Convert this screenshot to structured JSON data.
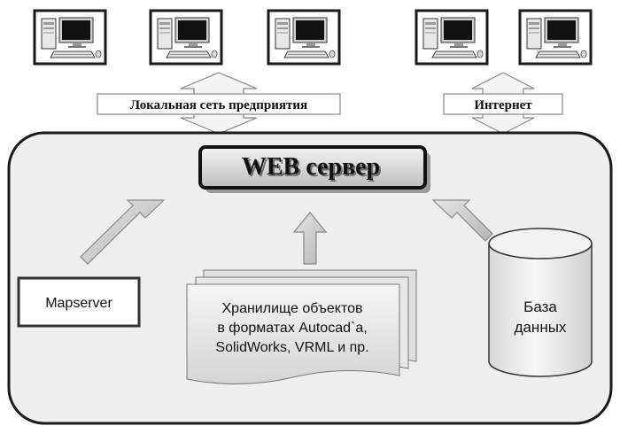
{
  "networks": {
    "local": "Локальная сеть предприятия",
    "internet": "Интернет"
  },
  "server": {
    "title": "WEB сервер"
  },
  "components": {
    "mapserver": "Mapserver",
    "storage": {
      "line1": "Хранилище объектов",
      "line2": "в форматах Autocad`a,",
      "line3": "SolidWorks, VRML и пр."
    },
    "database": {
      "line1": "База",
      "line2": "данных"
    }
  },
  "colors": {
    "background": "#ffffff",
    "outline": "#1a1a1a",
    "panel": "#efefef",
    "arrow_fill": "#c8c8c8",
    "screen": "#111111"
  }
}
